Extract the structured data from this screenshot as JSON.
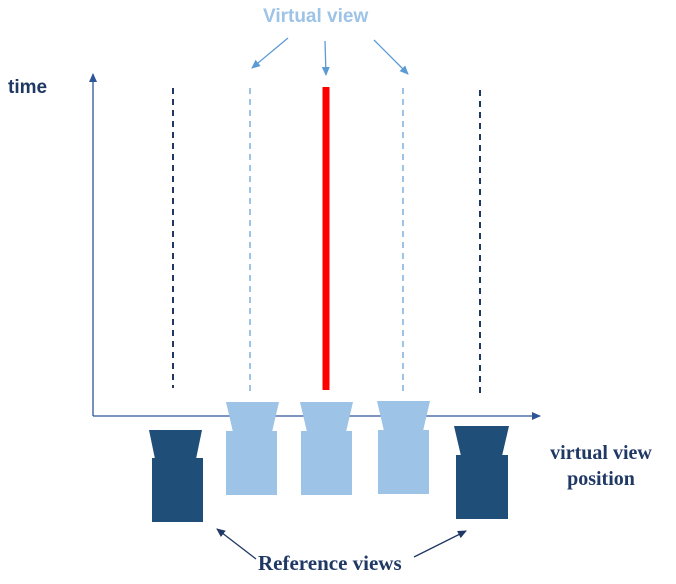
{
  "labels": {
    "virtual_view": "Virtual view",
    "time_axis": "time",
    "x_axis": "virtual view position",
    "reference_views": "Reference views"
  },
  "colors": {
    "reference_camera": "#1f4e79",
    "virtual_camera": "#9dc3e6",
    "selected_view_line": "#ff0000",
    "axis": "#2e5597",
    "reference_text": "#1f3864",
    "virtual_text": "#9dc3e6"
  },
  "cameras": [
    {
      "role": "reference",
      "icon": "reference-camera-icon",
      "line_style": "dashed"
    },
    {
      "role": "virtual",
      "icon": "virtual-camera-icon",
      "line_style": "dashed"
    },
    {
      "role": "virtual-selected",
      "icon": "virtual-camera-icon",
      "line_style": "solid"
    },
    {
      "role": "virtual",
      "icon": "virtual-camera-icon",
      "line_style": "dashed"
    },
    {
      "role": "reference",
      "icon": "reference-camera-icon",
      "line_style": "dashed"
    }
  ]
}
